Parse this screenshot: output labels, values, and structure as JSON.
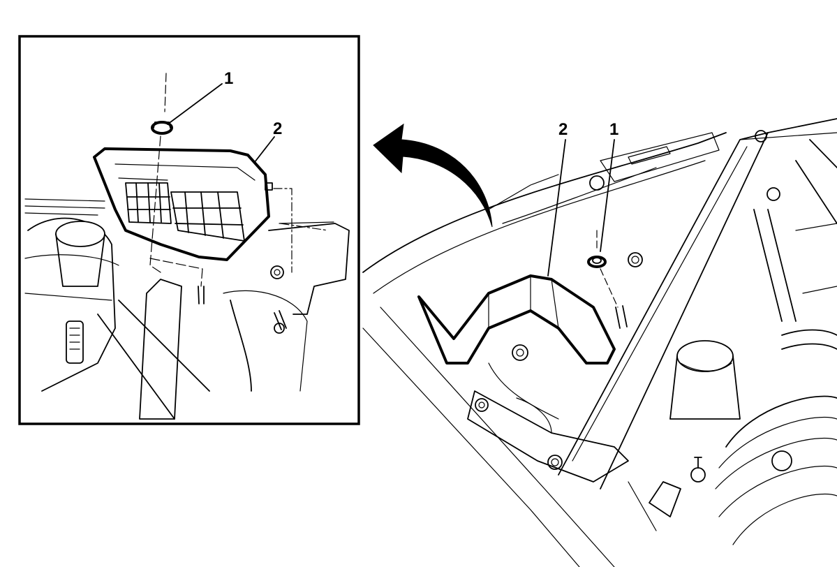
{
  "callouts": {
    "inset_fastener": "1",
    "inset_cover": "2",
    "main_cover": "2",
    "main_fastener": "1"
  }
}
